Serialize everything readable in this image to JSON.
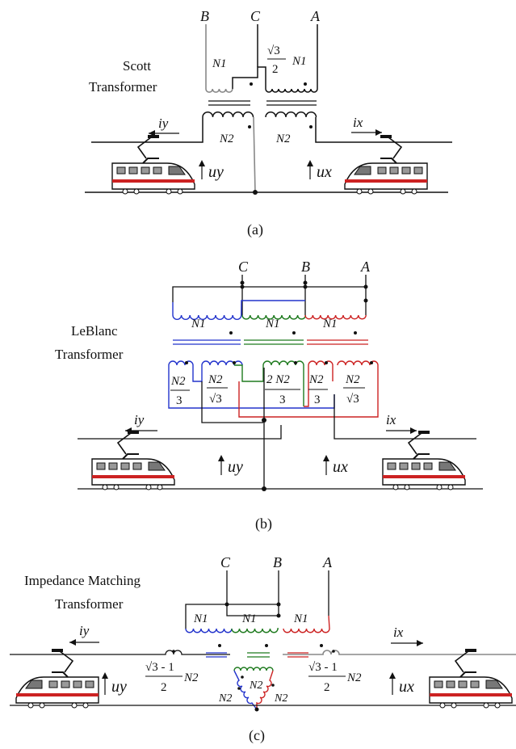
{
  "panel_a": {
    "caption": "(a)",
    "title_line1": "Scott",
    "title_line2": "Transformer",
    "phase_b": "B",
    "phase_c": "C",
    "phase_a": "A",
    "n1_left": "N1",
    "sqrt3": "√3",
    "two": "2",
    "n1_right": "N1",
    "n2_left": "N2",
    "n2_right": "N2",
    "iy_label": "iy",
    "ix_label": "ix",
    "uy_label": "uy",
    "ux_label": "ux"
  },
  "panel_b": {
    "caption": "(b)",
    "title_line1": "LeBlanc",
    "title_line2": "Transformer",
    "phase_c": "C",
    "phase_b": "B",
    "phase_a": "A",
    "n1_blue": "N1",
    "n1_green": "N1",
    "n1_red": "N1",
    "f1_num": "N2",
    "f1_den": "3",
    "f2_num": "N2",
    "f2_den": "√3",
    "f3_num": "2 N2",
    "f3_den": "3",
    "f4_num": "N2",
    "f4_den": "3",
    "f5_num": "N2",
    "f5_den": "√3",
    "iy_label": "iy",
    "ix_label": "ix",
    "uy_label": "uy",
    "ux_label": "ux"
  },
  "panel_c": {
    "caption": "(c)",
    "title_line1": "Impedance Matching",
    "title_line2": "Transformer",
    "phase_c": "C",
    "phase_b": "B",
    "phase_a": "A",
    "n1_blue": "N1",
    "n1_green": "N1",
    "n1_red": "N1",
    "n2_top": "N2",
    "n2_left": "N2",
    "n2_right": "N2",
    "left_num": "√3 - 1",
    "left_den": "2",
    "left_n2": "N2",
    "right_num": "√3 - 1",
    "right_den": "2",
    "right_n2": "N2",
    "iy_label": "iy",
    "ix_label": "ix",
    "uy_label": "uy",
    "ux_label": "ux"
  },
  "colors": {
    "blue": "#2233cc",
    "green": "#1e7a1e",
    "red": "#cc2222",
    "train_stripe": "#cc2222",
    "wire": "#111111"
  }
}
